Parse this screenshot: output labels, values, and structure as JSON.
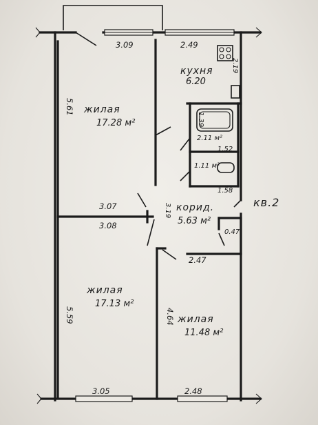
{
  "rooms": {
    "living1": {
      "name": "жилая",
      "area": "17.28 м²"
    },
    "living2": {
      "name": "жилая",
      "area": "17.13 м²"
    },
    "living3": {
      "name": "жилая",
      "area": "11.48 м²"
    },
    "kitchen": {
      "name": "кухня",
      "area": "6.20"
    },
    "bath": {
      "area": "2.11 м²"
    },
    "wc": {
      "area": "1.11 м²"
    },
    "hall": {
      "name": "корид.",
      "area": "5.63 м²"
    },
    "closet": {
      "area": "0.47"
    }
  },
  "apartment_label": "кв.2",
  "dimensions": {
    "top_left": "3.09",
    "top_right": "2.49",
    "kitchen_side": "2.19",
    "bath_side": "1.39",
    "bath_width": "1.52",
    "wc_width": "1.58",
    "left_upper": "5.61",
    "left_lower": "5.59",
    "mid_upper": "3.07",
    "mid_lower": "3.08",
    "corridor_side": "3.19",
    "room3_top": "2.47",
    "room3_side": "4.64",
    "bottom_left": "3.05",
    "bottom_right": "2.48"
  }
}
